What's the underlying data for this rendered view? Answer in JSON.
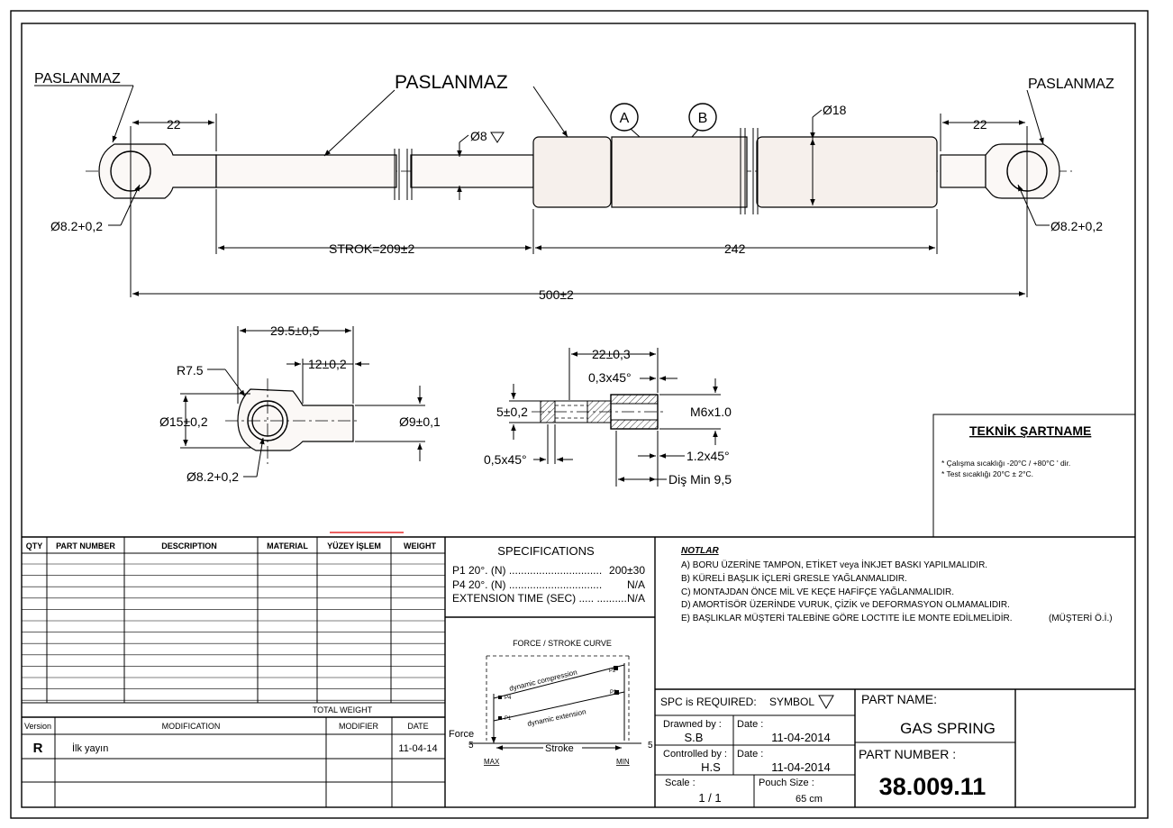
{
  "drawing": {
    "label_stainless": "PASLANMAZ",
    "dim_eye_len": "22",
    "dim_rod_dia": "Ø8",
    "dim_body_dia": "Ø18",
    "dim_hole": "Ø8.2+0,2",
    "dim_stroke": "STROK=209±2",
    "dim_body_len": "242",
    "dim_total": "500±2",
    "marker_a": "A",
    "marker_b": "B"
  },
  "detail_eye": {
    "dim_len": "29.5±0,5",
    "dim_neck": "12±0,2",
    "radius": "R7.5",
    "outer_dia": "Ø15±0,2",
    "hole_dia": "Ø8.2+0,2",
    "neck_dia": "Ø9±0,1"
  },
  "detail_section": {
    "dim_len": "22±0,3",
    "chamfer_top": "0,3x45°",
    "thickness": "5±0,2",
    "thread": "M6x1.0",
    "chamfer_left": "0,5x45°",
    "chamfer_right": "1.2x45°",
    "thread_min": "Diş Min 9,5"
  },
  "spec_box": {
    "title": "TEKNİK ŞARTNAME",
    "lines": [
      "* Çalışma sıcaklığı -20°C / +80°C ' dir.",
      "* Test sıcaklığı 20°C ± 2°C."
    ]
  },
  "parts_table": {
    "headers": [
      "QTY",
      "PART NUMBER",
      "DESCRIPTION",
      "MATERIAL",
      "YÜZEY İŞLEM",
      "WEIGHT"
    ],
    "total_weight": "TOTAL WEIGHT"
  },
  "revisions": {
    "headers": [
      "Version",
      "MODIFICATION",
      "MODIFIER",
      "DATE"
    ],
    "rows": [
      {
        "version": "R",
        "modification": "İlk yayın",
        "modifier": "",
        "date": "11-04-14"
      }
    ]
  },
  "specifications": {
    "title": "SPECIFICATIONS",
    "p1_label": "P1 20°. (N) ...............................",
    "p1_value": "200±30",
    "p4_label": "P4 20°. (N) ...............................",
    "p4_value": "N/A",
    "ext_label": "EXTENSION TIME (SEC) ..... ..........",
    "ext_value": "N/A"
  },
  "curve": {
    "title": "FORCE / STROKE CURVE",
    "compression": "dynamic compression",
    "extension": "dynamic extension",
    "p1": "P1",
    "p2": "P2",
    "p3": "P3",
    "p4": "P4",
    "force": "Force",
    "stroke": "Stroke",
    "max": "MAX",
    "min": "MIN",
    "five": "5"
  },
  "notes": {
    "title": "NOTLAR",
    "items": [
      "A) BORU ÜZERİNE TAMPON, ETİKET veya İNKJET BASKI YAPILMALIDIR.",
      "B) KÜRELİ BAŞLIK İÇLERİ GRESLE YAĞLANMALIDIR.",
      "C) MONTAJDAN ÖNCE MİL VE KEÇE HAFİFÇE YAĞLANMALIDIR.",
      "D) AMORTİSÖR ÜZERİNDE VURUK, ÇİZİK ve DEFORMASYON OLMAMALIDIR.",
      "E) BAŞLIKLAR MÜŞTERİ TALEBİNE GÖRE LOCTITE İLE MONTE EDİLMELİDİR."
    ],
    "customer_note": "(MÜŞTERİ Ö.İ.)",
    "customer_color": "#e00000"
  },
  "title_block": {
    "spc_label": "SPC is REQUIRED:",
    "symbol_label": "SYMBOL",
    "drawn_label": "Drawned by :",
    "drawn_value": "S.B",
    "date_label": "Date :",
    "drawn_date": "11-04-2014",
    "controlled_label": "Controlled by :",
    "controlled_value": "H.S",
    "controlled_date": "11-04-2014",
    "scale_label": "Scale :",
    "scale_value": "1 / 1",
    "pouch_label": "Pouch Size :",
    "pouch_value": "65 cm",
    "part_name_label": "PART NAME:",
    "part_name": "GAS SPRING",
    "part_number_label": "PART NUMBER :",
    "part_number": "38.009.11"
  }
}
